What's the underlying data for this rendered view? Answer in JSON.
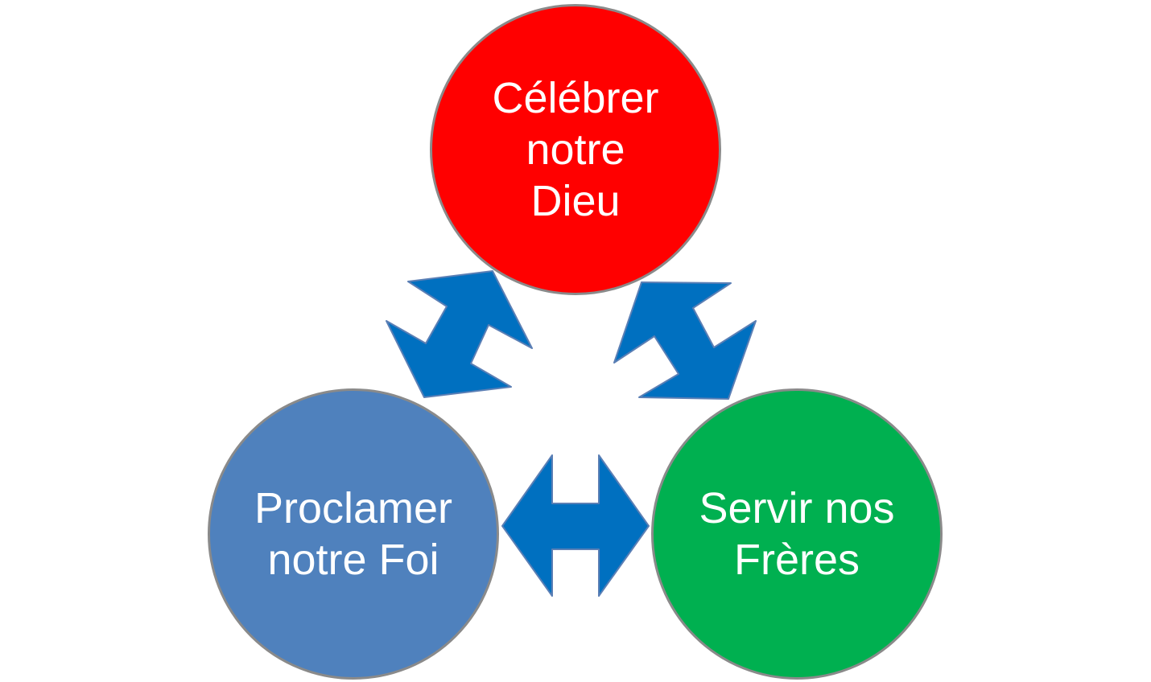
{
  "colors": {
    "celebrate": "#ff0000",
    "proclaim": "#4f81bd",
    "serve": "#00b050",
    "arrow_fill": "#0070c0",
    "arrow_stroke": "#5b7fb5"
  },
  "nodes": {
    "celebrate": {
      "line1": "Célébrer",
      "line2": "notre",
      "line3": "Dieu"
    },
    "proclaim": {
      "line1": "Proclamer",
      "line2": "notre Foi"
    },
    "serve": {
      "line1": "Servir nos",
      "line2": "Frères"
    }
  }
}
